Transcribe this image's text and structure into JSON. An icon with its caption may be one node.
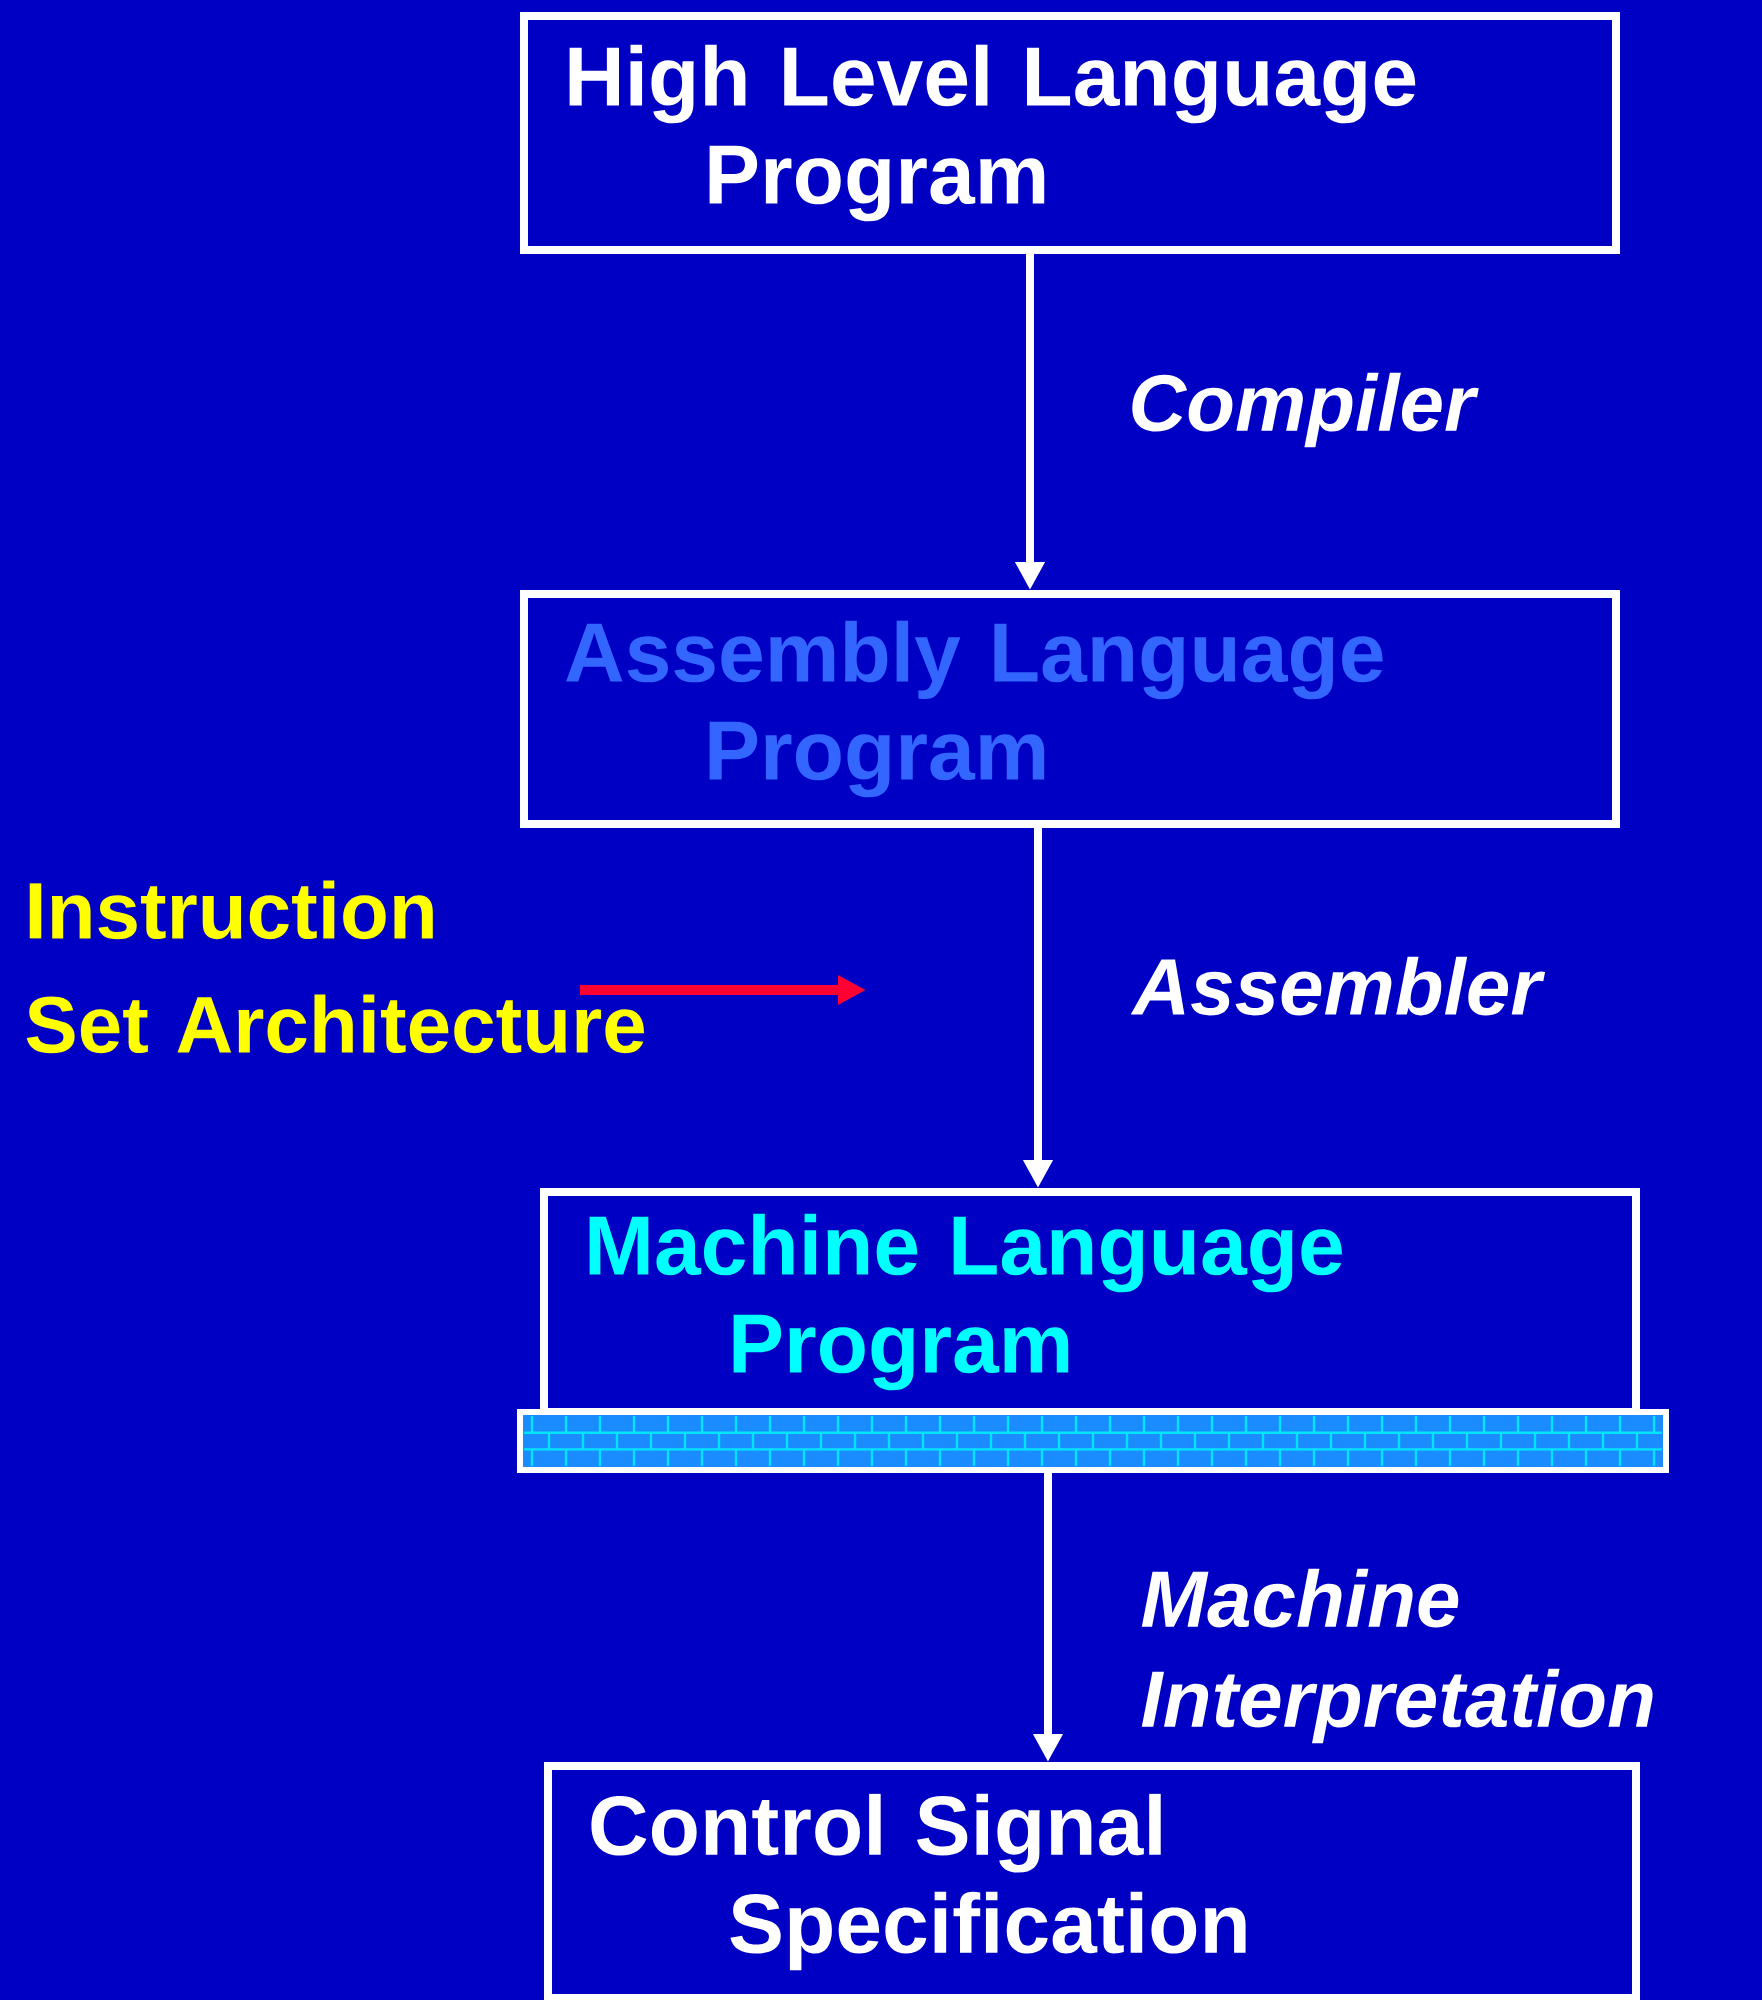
{
  "diagram": {
    "nodes": [
      {
        "text": [
          "High Level Language Program"
        ]
      },
      {
        "text": [
          "Assembly Language Program"
        ]
      },
      {
        "text": [
          "Machine Language Program"
        ]
      },
      {
        "text": [],
        "shape": "bar"
      },
      {
        "text": [
          "Control Signal Specification"
        ]
      },
      {
        "text": [
          "Instruction Set Architecture"
        ]
      }
    ],
    "edges": [
      {
        "from": 0,
        "to": 1,
        "arrow": "to",
        "label": "Compiler"
      },
      {
        "from": 1,
        "to": 2,
        "arrow": "to",
        "label": "Assembler"
      },
      {
        "from": 3,
        "to": 4,
        "arrow": "to",
        "label": "Machine Interpretation"
      },
      {
        "from": 5,
        "to": null,
        "arrow": "to",
        "color": "#ff0033"
      }
    ]
  }
}
